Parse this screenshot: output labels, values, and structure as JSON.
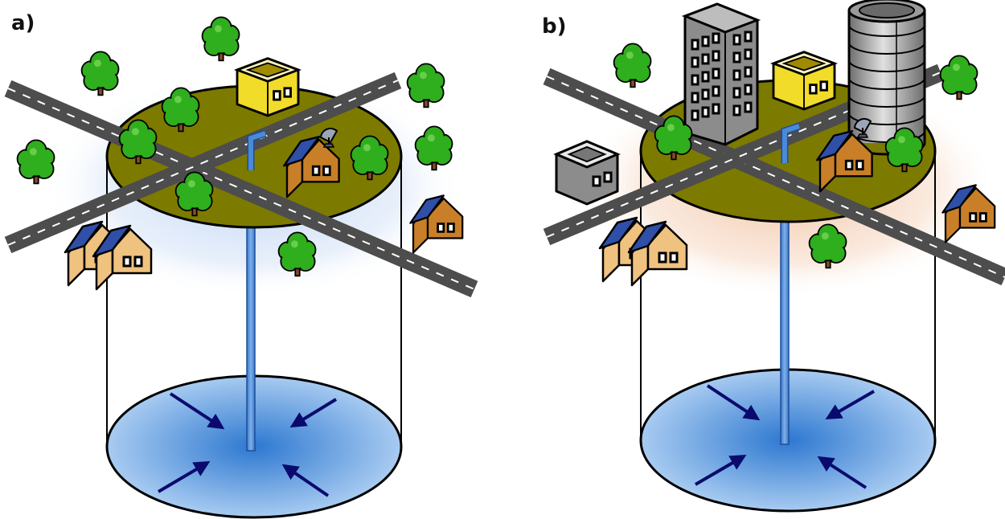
{
  "panels": [
    {
      "id": "a",
      "label": "a)"
    },
    {
      "id": "b",
      "label": "b)"
    }
  ],
  "colors": {
    "plateau": "#7d7a00",
    "road": "#4d4d4d",
    "road_line": "#ffffff",
    "tree": "#2fae1e",
    "tree_trunk": "#8a4b25",
    "house_wall": "#f0c27f",
    "house_wall_brown": "#c87f28",
    "house_roof": "#2f4fa8",
    "yellow_building": "#f2dc2a",
    "gray_building": "#8c8c8c",
    "aquifer_center": "#2d78d0",
    "aquifer_edge": "#a6c9f0",
    "well_pipe": "#4a8ad6",
    "arrow": "#0a0a6e",
    "glow_a": "#bcd3f4",
    "glow_b": "#f2bf9e"
  },
  "icons": [
    "tree-icon",
    "house-icon",
    "road-icon",
    "satellite-dish-icon",
    "well-icon",
    "flow-arrow-icon",
    "building-icon",
    "tower-icon"
  ]
}
